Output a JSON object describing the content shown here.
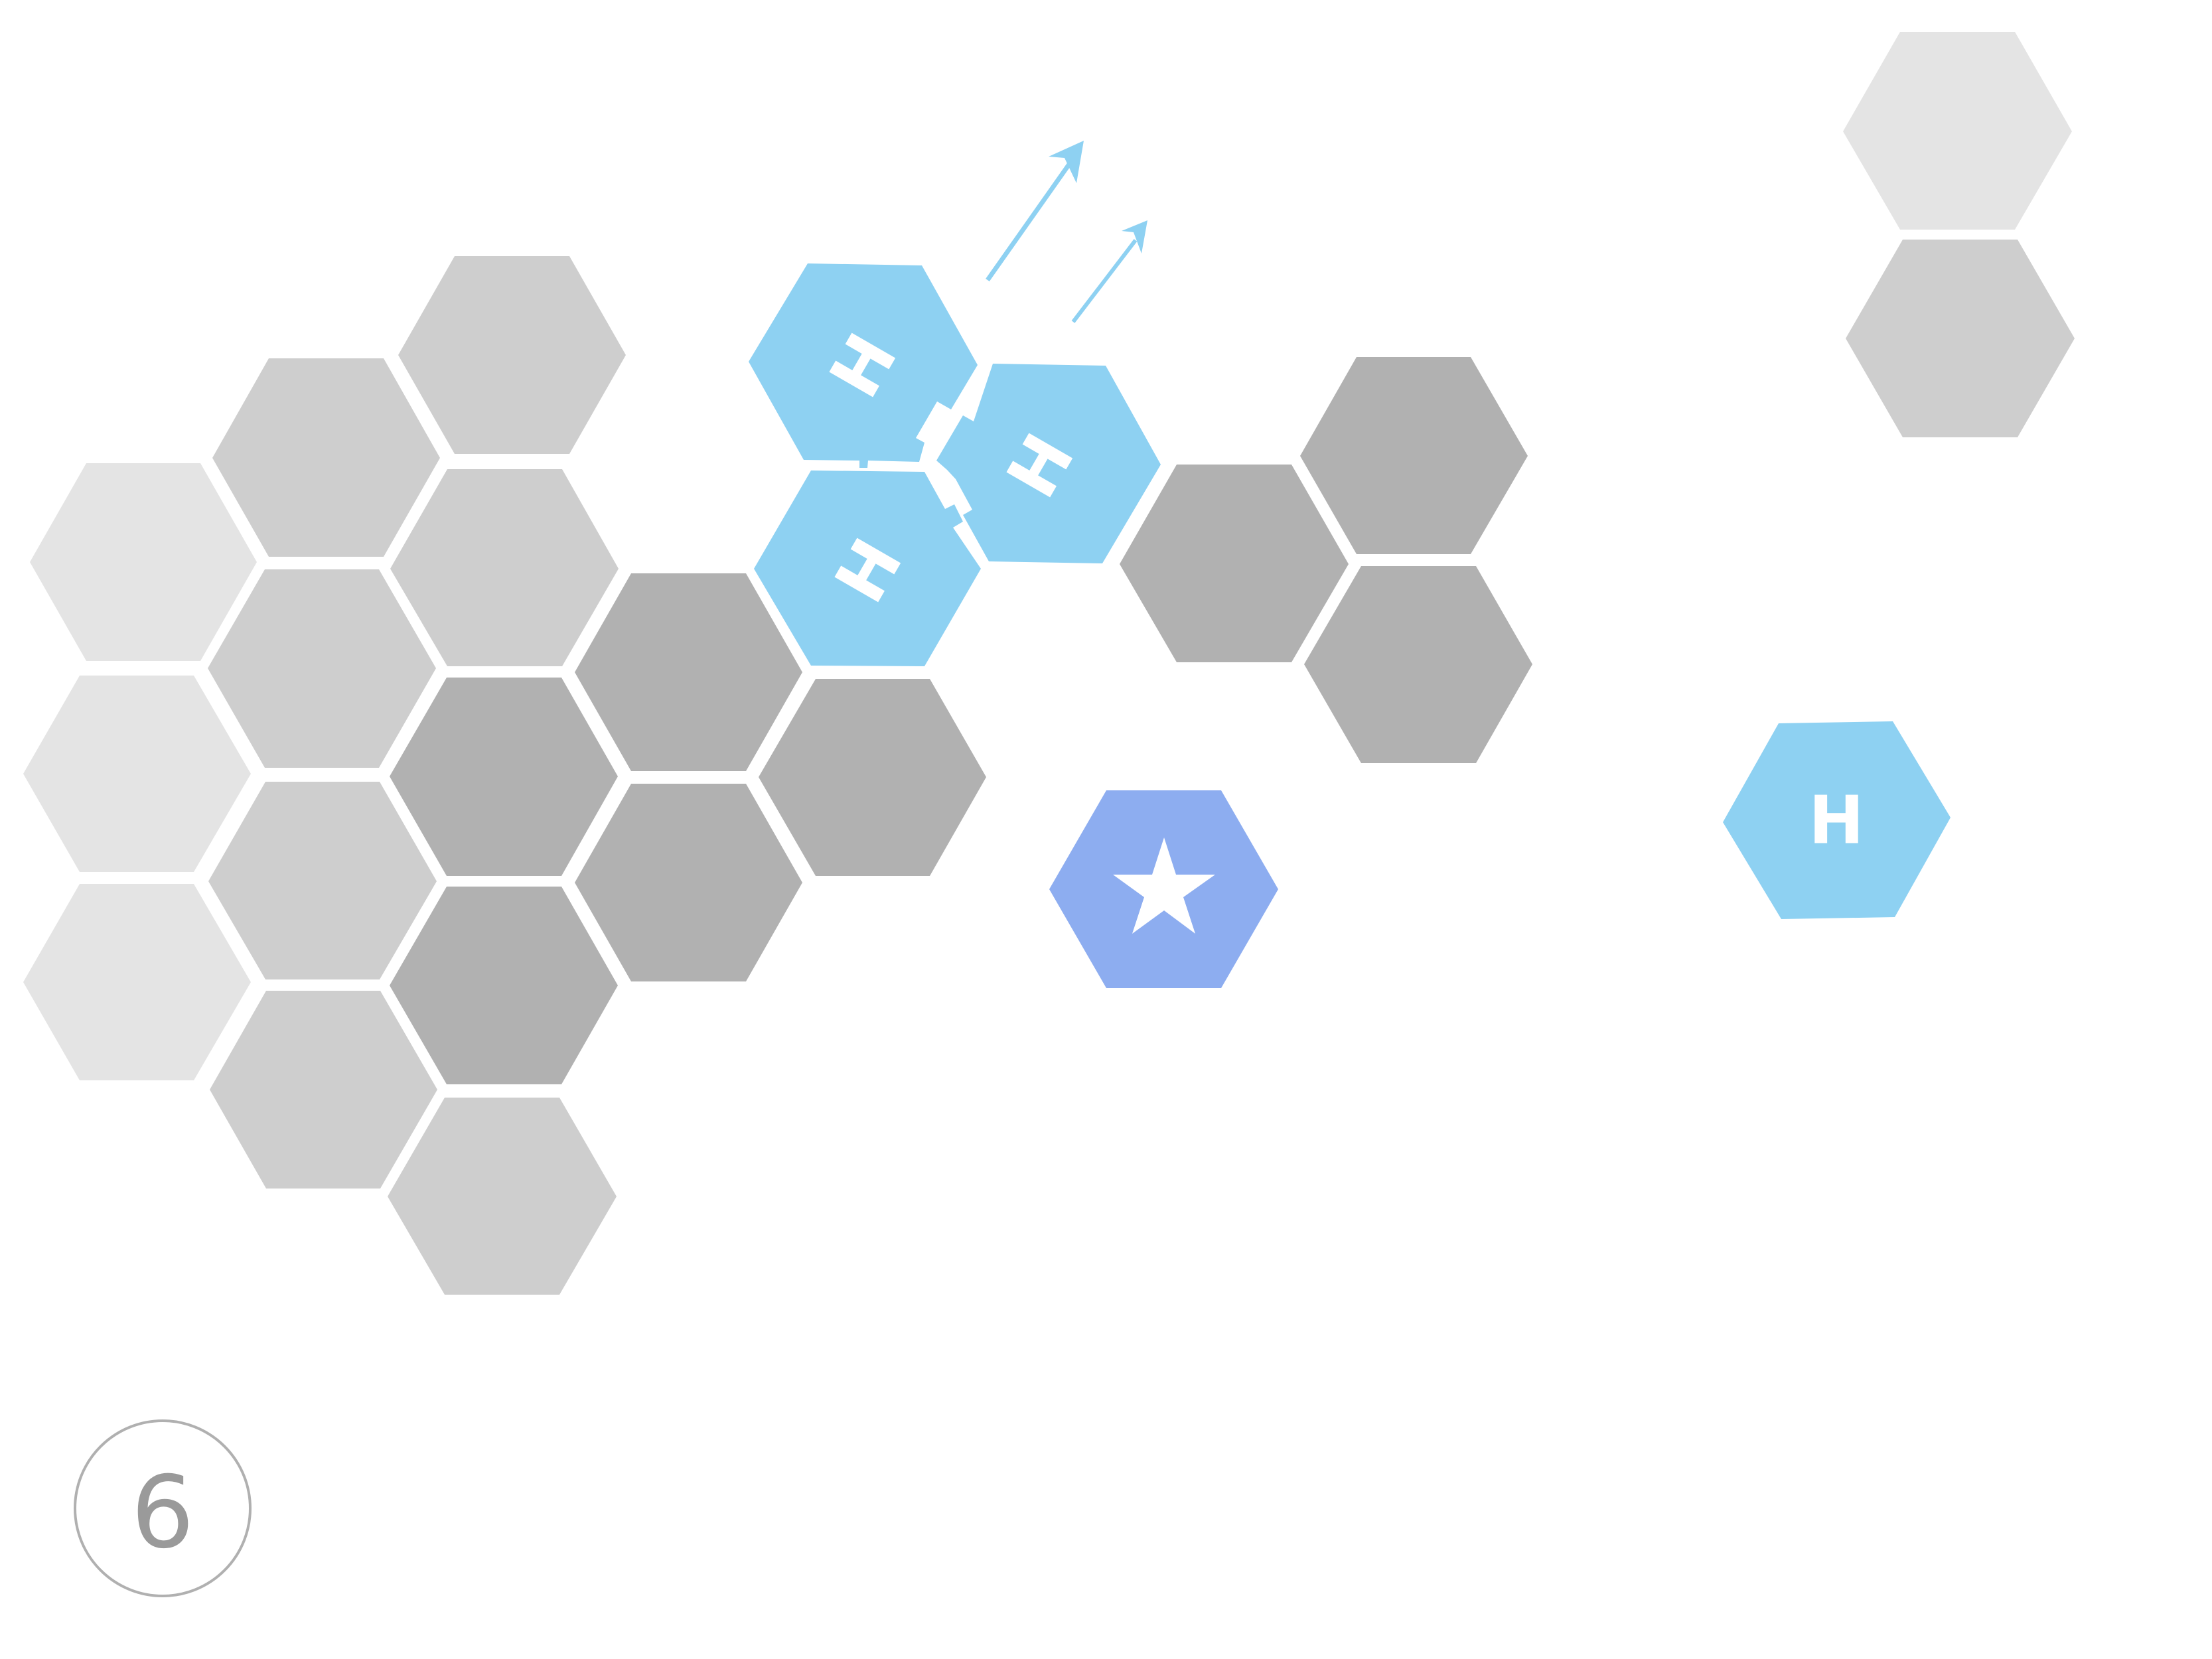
{
  "colors": {
    "background": "#ffffff",
    "tile_light": "#e4e4e4",
    "tile_medium": "#cecece",
    "tile_dark": "#b1b1b1",
    "tile_selected": "#8ed1f2",
    "tile_goal": "#8dadf0",
    "arrow": "#8ed1f2",
    "counter_ring": "#b0b0b0",
    "counter_text": "#9a9a9a"
  },
  "board": {
    "tiles": [
      {
        "id": "l1",
        "shade": "light"
      },
      {
        "id": "l2",
        "shade": "light"
      },
      {
        "id": "l3",
        "shade": "light"
      },
      {
        "id": "m1",
        "shade": "medium"
      },
      {
        "id": "m2",
        "shade": "medium"
      },
      {
        "id": "m3",
        "shade": "medium"
      },
      {
        "id": "m4",
        "shade": "medium"
      },
      {
        "id": "m5",
        "shade": "medium"
      },
      {
        "id": "m6",
        "shade": "medium"
      },
      {
        "id": "m7",
        "shade": "medium"
      },
      {
        "id": "d1",
        "shade": "dark"
      },
      {
        "id": "d2",
        "shade": "dark"
      },
      {
        "id": "d3",
        "shade": "dark"
      },
      {
        "id": "d4",
        "shade": "dark"
      },
      {
        "id": "d5",
        "shade": "dark"
      },
      {
        "id": "d6",
        "shade": "dark"
      },
      {
        "id": "d7",
        "shade": "dark"
      },
      {
        "id": "d8",
        "shade": "dark"
      },
      {
        "id": "tr1",
        "shade": "light"
      },
      {
        "id": "tr2",
        "shade": "medium"
      }
    ],
    "moving_piece": {
      "label": "H",
      "segments": 3,
      "direction": "up-right"
    },
    "goal_tile": {
      "icon": "star-icon"
    },
    "target_piece": {
      "label": "H"
    }
  },
  "move_counter": {
    "value": "6"
  }
}
